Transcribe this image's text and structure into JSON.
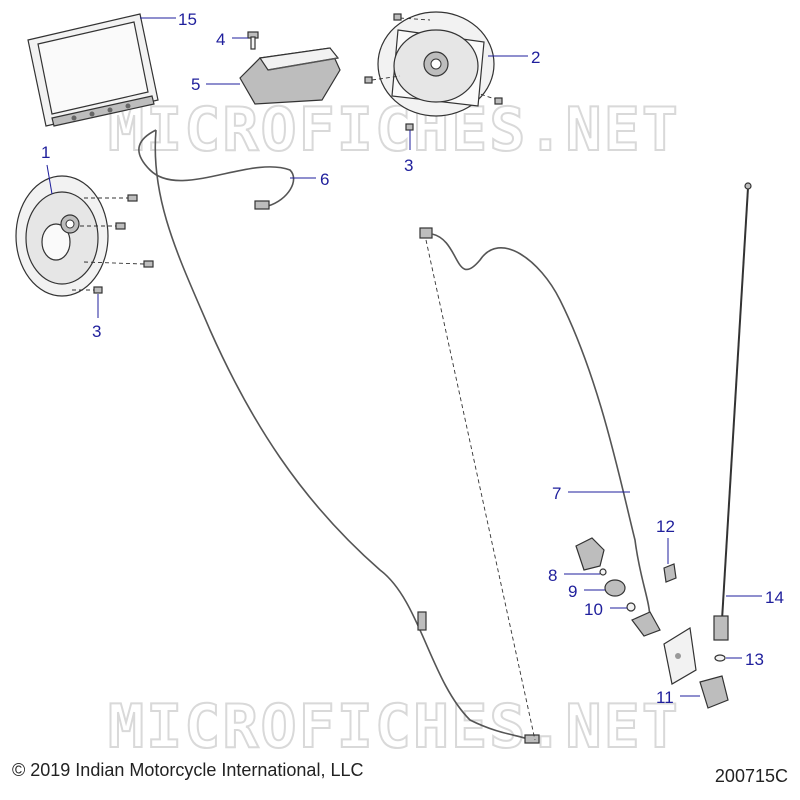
{
  "watermark": "MICROFICHES.NET",
  "copyright": "© 2019 Indian Motorcycle International, LLC",
  "drawing_number": "200715C",
  "callouts": {
    "c15": "15",
    "c4": "4",
    "c5": "5",
    "c2": "2",
    "c3a": "3",
    "c3b": "3",
    "c1": "1",
    "c6": "6",
    "c7": "7",
    "c8": "8",
    "c9": "9",
    "c10": "10",
    "c11": "11",
    "c12": "12",
    "c13": "13",
    "c14": "14"
  },
  "colors": {
    "callout": "#1f1f9c",
    "line": "#333333",
    "watermark": "#d9d9d9"
  },
  "parts": [
    {
      "ref": "1",
      "name": "speaker-left"
    },
    {
      "ref": "2",
      "name": "speaker-right"
    },
    {
      "ref": "3",
      "name": "screw"
    },
    {
      "ref": "4",
      "name": "bolt"
    },
    {
      "ref": "5",
      "name": "amplifier-module"
    },
    {
      "ref": "6",
      "name": "harness"
    },
    {
      "ref": "7",
      "name": "antenna-cable"
    },
    {
      "ref": "8",
      "name": "nut"
    },
    {
      "ref": "9",
      "name": "washer"
    },
    {
      "ref": "10",
      "name": "washer-small"
    },
    {
      "ref": "11",
      "name": "antenna-base-cover"
    },
    {
      "ref": "12",
      "name": "clip"
    },
    {
      "ref": "13",
      "name": "nut-small"
    },
    {
      "ref": "14",
      "name": "antenna-mast"
    },
    {
      "ref": "15",
      "name": "display-unit"
    }
  ]
}
